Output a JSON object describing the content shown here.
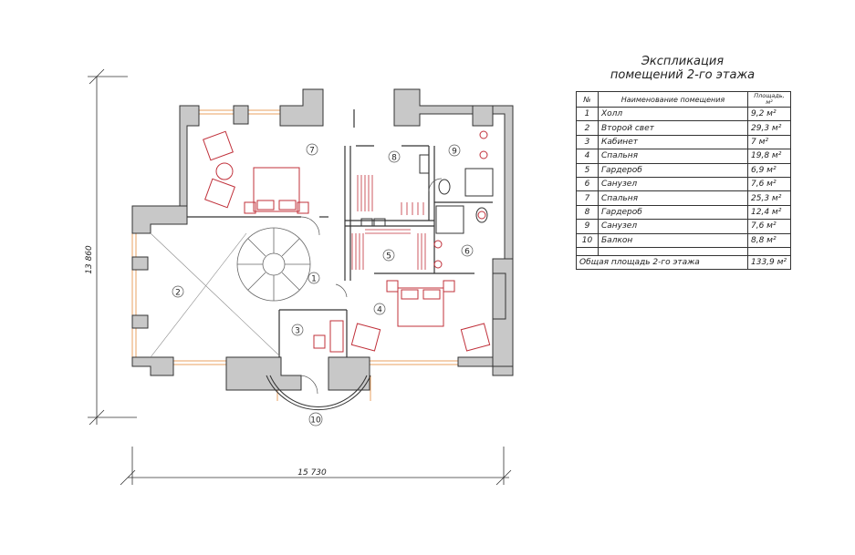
{
  "explication": {
    "title_line1": "Экспликация",
    "title_line2": "помещений 2-го этажа",
    "header_no": "№",
    "header_name": "Наименование помещения",
    "header_area": "Площадь, м²",
    "rows": [
      {
        "no": "1",
        "name": "Холл",
        "area": "9,2 м²"
      },
      {
        "no": "2",
        "name": "Второй свет",
        "area": "29,3 м²"
      },
      {
        "no": "3",
        "name": "Кабинет",
        "area": "7 м²"
      },
      {
        "no": "4",
        "name": "Спальня",
        "area": "19,8 м²"
      },
      {
        "no": "5",
        "name": "Гардероб",
        "area": "6,9 м²"
      },
      {
        "no": "6",
        "name": "Санузел",
        "area": "7,6 м²"
      },
      {
        "no": "7",
        "name": "Спальня",
        "area": "25,3 м²"
      },
      {
        "no": "8",
        "name": "Гардероб",
        "area": "12,4 м²"
      },
      {
        "no": "9",
        "name": "Санузел",
        "area": "7,6 м²"
      },
      {
        "no": "10",
        "name": "Балкон",
        "area": "8,8 м²"
      }
    ],
    "total_label": "Общая площадь 2-го этажа",
    "total_area": "133,9 м²"
  },
  "plan": {
    "width_dim": "15 730",
    "height_dim": "13 860",
    "room_labels": [
      "1",
      "2",
      "3",
      "4",
      "5",
      "6",
      "7",
      "8",
      "9",
      "10"
    ]
  },
  "colors": {
    "wall_fill": "#c8c8c8",
    "wall_stroke": "#333333",
    "window": "#e8a060",
    "furniture": "#c0303a",
    "lines": "#555555"
  }
}
